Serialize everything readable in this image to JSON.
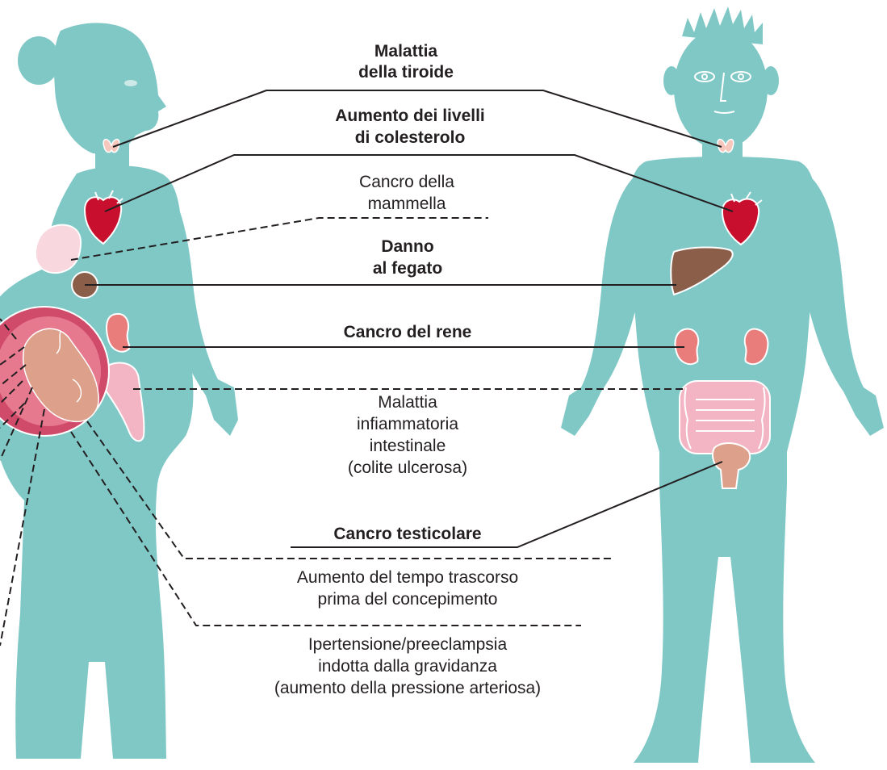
{
  "colors": {
    "body": "#80c8c6",
    "heart": "#c8102e",
    "liver": "#8b5e4a",
    "kidney": "#e87d7c",
    "breast": "#f9d7de",
    "uterus": "#d04a6a",
    "fetus": "#dda08a",
    "intestine": "#f3b5c4",
    "testis": "#dda08a",
    "line": "#231f20"
  },
  "labels": {
    "thyroid": [
      "Malattia",
      "della tiroide"
    ],
    "cholesterol": [
      "Aumento dei livelli",
      "di colesterolo"
    ],
    "breast_cancer": [
      "Cancro della",
      "mammella"
    ],
    "liver": [
      "Danno",
      "al fegato"
    ],
    "kidney": [
      "Cancro del rene"
    ],
    "ibd": [
      "Malattia",
      "infiammatoria",
      "intestinale",
      "(colite ulcerosa)"
    ],
    "testicular": [
      "Cancro testicolare"
    ],
    "conception": [
      "Aumento del tempo trascorso",
      "prima del concepimento"
    ],
    "hypertension": [
      "Ipertensione/preeclampsia",
      "indotta dalla gravidanza",
      "(aumento della pressione arteriosa)"
    ]
  },
  "icons": [
    "female-figure-icon",
    "male-figure-icon",
    "thyroid-icon",
    "heart-icon",
    "breast-icon",
    "liver-icon",
    "kidney-icon",
    "fetus-icon",
    "intestine-icon",
    "testis-icon"
  ]
}
